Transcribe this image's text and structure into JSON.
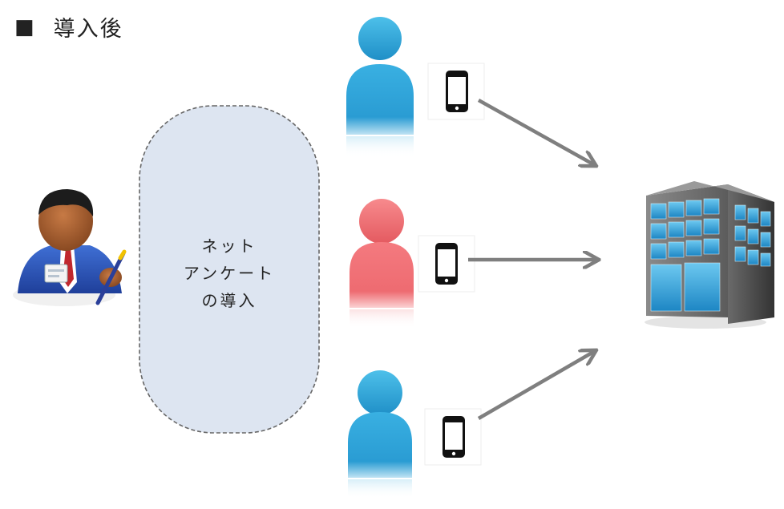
{
  "heading": {
    "bullet": "■",
    "text": "導入後"
  },
  "bubble": {
    "lines": [
      "ネット",
      "アンケート",
      "の導入"
    ]
  },
  "icons": {
    "surveyor": "office-worker-with-pen-icon",
    "respondent": "person-icon",
    "phone": "smartphone-icon",
    "arrow": "arrow-icon",
    "building": "office-building-icon"
  },
  "colors": {
    "person_blue": "#2ba3d6",
    "person_red": "#ef6a6e",
    "bubble_fill": "#dde5f1",
    "bubble_border": "#666666",
    "arrow": "#7f7f7f",
    "building_glass": "#39a8e0",
    "building_wall": "#5a5a5a"
  }
}
